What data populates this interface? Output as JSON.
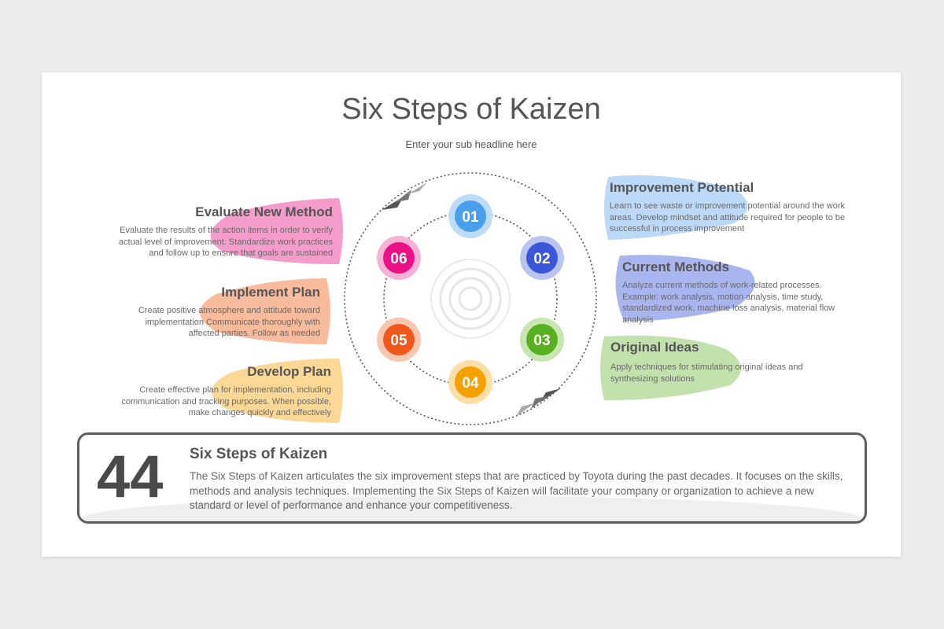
{
  "header": {
    "title": "Six Steps of Kaizen",
    "subtitle": "Enter your sub headline here"
  },
  "steps": [
    {
      "number": "01",
      "color": "#4a9fea",
      "halo": "#bddcf7"
    },
    {
      "number": "02",
      "color": "#3b57d9",
      "halo": "#b9c4f1"
    },
    {
      "number": "03",
      "color": "#58b020",
      "halo": "#c7e6b1"
    },
    {
      "number": "04",
      "color": "#f5a200",
      "halo": "#fbdfa6"
    },
    {
      "number": "05",
      "color": "#f0571b",
      "halo": "#f9c6b0"
    },
    {
      "number": "06",
      "color": "#ea1284",
      "halo": "#f7b3d6"
    }
  ],
  "boxes": {
    "improvement_potential": {
      "title": "Improvement Potential",
      "desc": "Learn to see waste or improvement potential around the work areas. Develop mindset and attitude required for people to be successful in process improvement",
      "color": "#bcd9f7"
    },
    "current_methods": {
      "title": "Current Methods",
      "desc": "Analyze current methods of work-related processes. Example: work analysis, motion analysis, time study, standardized work, machine loss analysis, material flow analysis",
      "color": "#a9b5ef"
    },
    "original_ideas": {
      "title": "Original Ideas",
      "desc": "Apply techniques for stimulating original ideas and synthesizing solutions",
      "color": "#c3e1ad"
    },
    "evaluate_new_method": {
      "title": "Evaluate New Method",
      "desc": "Evaluate the results of the action items in order to verify actual level of improvement. Standardize work practices and follow up to ensure that goals are sustained",
      "color": "#f49ccb"
    },
    "implement_plan": {
      "title": "Implement Plan",
      "desc": "Create positive atmosphere and attitude toward implementation Communicate thoroughly with affected parties. Follow as needed",
      "color": "#f8bb9b"
    },
    "develop_plan": {
      "title": "Develop Plan",
      "desc": "Create effective plan for implementation, including communication and tracking purposes. When possible, make changes quickly and effectively",
      "color": "#fbd896"
    }
  },
  "summary": {
    "number": "44",
    "title": "Six Steps of Kaizen",
    "text": "The Six Steps of Kaizen articulates the six improvement steps that are practiced by Toyota during the past decades. It focuses on the skills, methods and analysis techniques. Implementing the Six Steps of Kaizen will facilitate your company or organization to achieve a new standard or level of performance and enhance your competitiveness."
  }
}
